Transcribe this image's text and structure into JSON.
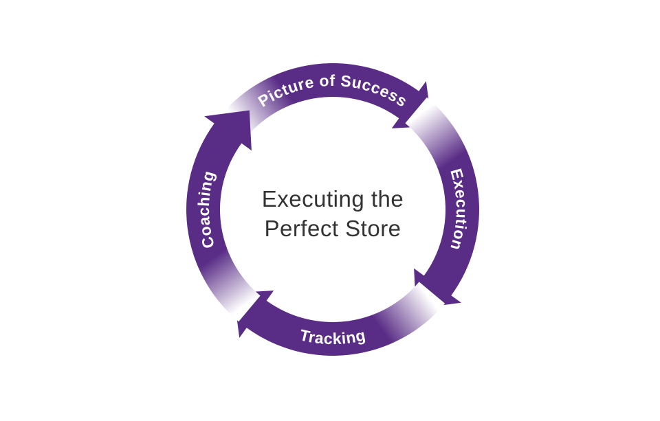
{
  "page": {
    "title": "Executing the Perfect Store",
    "background": "#FFFFFF"
  },
  "colors": {
    "purple": "#592C86",
    "white": "#FFFFFF",
    "label_text": "#FFFFFF",
    "center_text": "#333333"
  },
  "center": {
    "line1": "Executing the",
    "line2": "Perfect Store"
  },
  "cycle": {
    "type": "cycle-diagram",
    "direction": "clockwise",
    "steps": [
      {
        "label": "Picture of Success",
        "position": "top"
      },
      {
        "label": "Execution",
        "position": "right"
      },
      {
        "label": "Tracking",
        "position": "bottom"
      },
      {
        "label": "Coaching",
        "position": "left"
      }
    ]
  }
}
